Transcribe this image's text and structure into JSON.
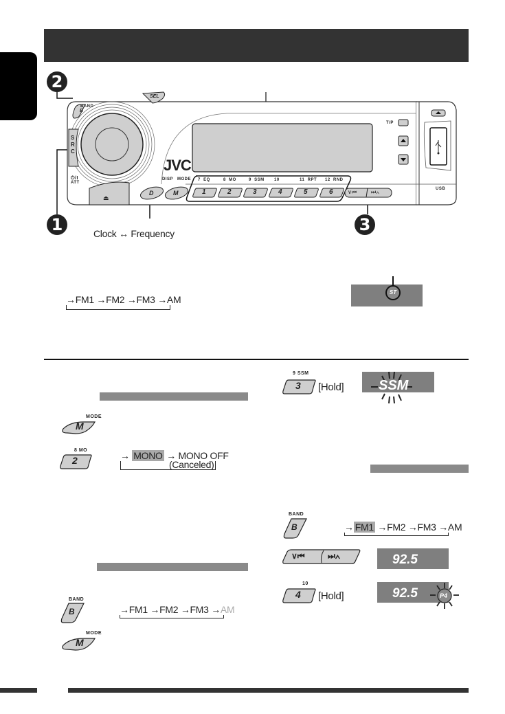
{
  "page": {
    "language_tab": "",
    "title_bar": ""
  },
  "head_unit": {
    "brand": "JVC",
    "buttons": {
      "band": "BAND",
      "band_glyph": "B",
      "sel": "SEL",
      "src_letters": [
        "S",
        "R",
        "C"
      ],
      "power_att": "⏻/I",
      "att": "ATT",
      "disp": "DISP",
      "disp_glyph": "D",
      "mode": "MODE",
      "mode_glyph": "M",
      "tp": "T/P",
      "usb": "USB",
      "eject_glyph": "⏏"
    },
    "preset_labels": [
      "7  EQ",
      "8  MO",
      "9  SSM",
      "10",
      "11  RPT",
      "12  RND"
    ],
    "preset_numbers": [
      "1",
      "2",
      "3",
      "4",
      "5",
      "6"
    ],
    "seek_left": "∨⏮",
    "seek_right": "⏭∧"
  },
  "callouts": {
    "step1": "1",
    "step2": "2",
    "step3": "3",
    "disp_cycle": {
      "from": "Clock",
      "to": "Frequency"
    }
  },
  "band_cycle_top": [
    "FM1",
    "FM2",
    "FM3",
    "AM"
  ],
  "st_indicator": "ST",
  "left_col": {
    "mode_label": "MODE",
    "mode_glyph": "M",
    "mo_label": "8  MO",
    "mo_glyph": "2",
    "mono_cycle": {
      "on": "MONO",
      "off": "MONO OFF",
      "off_note": "(Canceled)"
    },
    "band_label": "BAND",
    "band_glyph": "B",
    "band_cycle": [
      "FM1",
      "FM2",
      "FM3",
      "AM"
    ],
    "mode2_label": "MODE",
    "mode2_glyph": "M"
  },
  "right_col": {
    "ssm_label": "9  SSM",
    "ssm_glyph": "3",
    "hold": "[Hold]",
    "ssm_display": "SSM",
    "band_label": "BAND",
    "band_glyph": "B",
    "band_cycle": [
      "FM1",
      "FM2",
      "FM3",
      "AM"
    ],
    "frequency": "92.5",
    "preset_btn_label": "10",
    "preset_glyph": "4",
    "hold2": "[Hold]",
    "preset_badge": "P4"
  },
  "colors": {
    "title_bar": "#333333",
    "lcd": "#7f7f7f",
    "button_fill": "#cfcfcf",
    "highlight": "#a8a8a8"
  }
}
